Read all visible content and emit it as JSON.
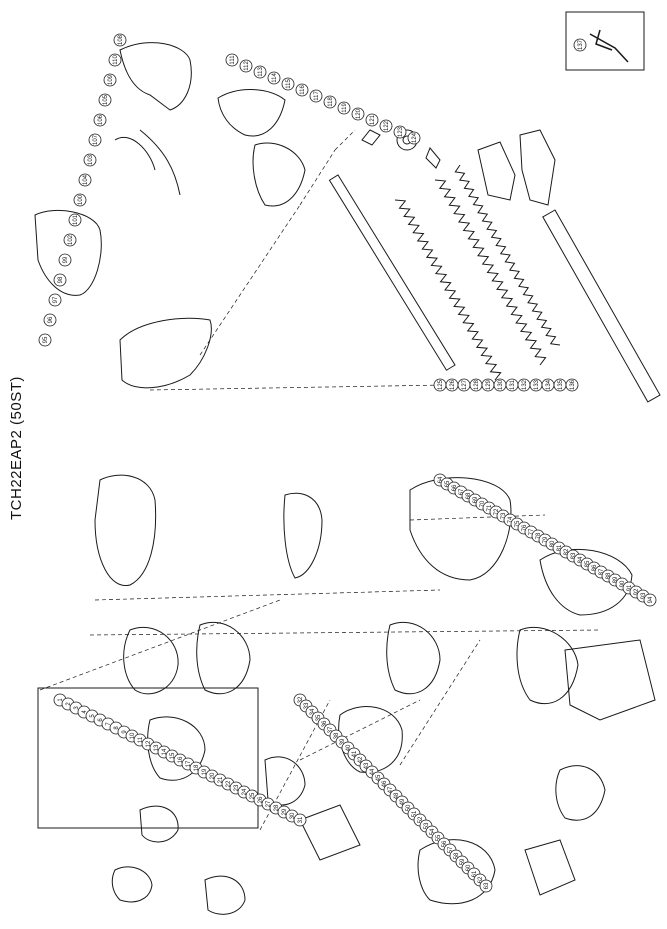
{
  "title": "TCH22EAP2 (50ST)",
  "ink_color": "#1a1a1a",
  "callouts": {
    "top_left": [
      "108",
      "110",
      "109",
      "105",
      "106",
      "107",
      "103",
      "104",
      "100",
      "101",
      "102",
      "99",
      "98",
      "97",
      "96",
      "95"
    ],
    "top_center": [
      "111",
      "112",
      "113",
      "114",
      "115",
      "116",
      "117",
      "118",
      "119",
      "120",
      "121",
      "122",
      "123",
      "124"
    ],
    "blade": [
      "125",
      "126",
      "127",
      "128",
      "129",
      "130",
      "131",
      "132",
      "133",
      "134",
      "135",
      "136"
    ],
    "inset_tool": [
      "137"
    ],
    "engine_left": [
      "1",
      "2",
      "3",
      "4",
      "5",
      "6",
      "7",
      "8",
      "9",
      "10",
      "11",
      "12",
      "13",
      "14",
      "15",
      "16",
      "17",
      "18",
      "19",
      "20",
      "21",
      "22",
      "23",
      "24",
      "25",
      "26",
      "27",
      "28",
      "29",
      "30",
      "31"
    ],
    "engine_center": [
      "32",
      "33",
      "34",
      "35",
      "36",
      "37",
      "38",
      "39",
      "40",
      "41",
      "42",
      "43",
      "44",
      "45",
      "46",
      "47",
      "48",
      "49",
      "50",
      "51",
      "52",
      "53",
      "54",
      "55",
      "56",
      "57",
      "58",
      "59",
      "60",
      "61",
      "62",
      "63"
    ],
    "engine_right": [
      "64",
      "65",
      "66",
      "67",
      "68",
      "69",
      "70",
      "71",
      "72",
      "73",
      "74",
      "75",
      "76",
      "77",
      "78",
      "79",
      "80",
      "81",
      "82",
      "83",
      "84",
      "85",
      "86",
      "87",
      "88",
      "89",
      "90",
      "91",
      "92",
      "93",
      "94"
    ]
  }
}
